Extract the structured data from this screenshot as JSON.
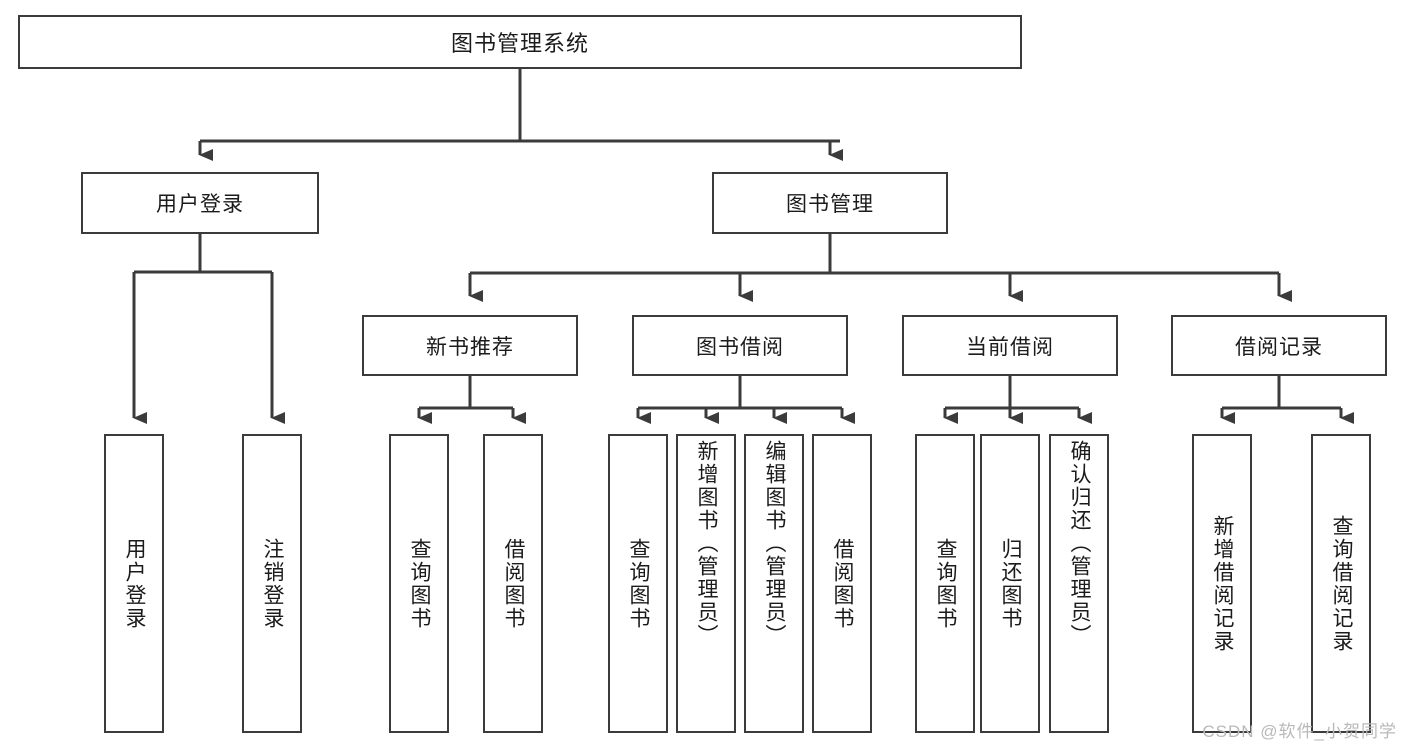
{
  "diagram": {
    "type": "tree-hierarchy-chart",
    "title": "图书管理系统",
    "line_color": "#3b3b3b",
    "box_fill": "#ffffff",
    "text_color": "#1b1b1b",
    "root": {
      "label": "图书管理系统"
    },
    "level2": [
      {
        "label": "用户登录"
      },
      {
        "label": "图书管理"
      }
    ],
    "level3": [
      {
        "label": "新书推荐"
      },
      {
        "label": "图书借阅"
      },
      {
        "label": "当前借阅"
      },
      {
        "label": "借阅记录"
      }
    ],
    "leaves": {
      "user_login": [
        {
          "label": "用户登录"
        },
        {
          "label": "注销登录"
        }
      ],
      "new_book_recommend": [
        {
          "label": "查询图书"
        },
        {
          "label": "借阅图书"
        }
      ],
      "book_borrow": [
        {
          "label": "查询图书"
        },
        {
          "label": "新增图书（管理员）"
        },
        {
          "label": "编辑图书（管理员）"
        },
        {
          "label": "借阅图书"
        }
      ],
      "current_borrow": [
        {
          "label": "查询图书"
        },
        {
          "label": "归还图书"
        },
        {
          "label": "确认归还（管理员）"
        }
      ],
      "borrow_record": [
        {
          "label": "新增借阅记录"
        },
        {
          "label": "查询借阅记录"
        }
      ]
    }
  },
  "watermark": {
    "text": "CSDN @软件_小贺同学",
    "color": "#b9b9b9"
  }
}
